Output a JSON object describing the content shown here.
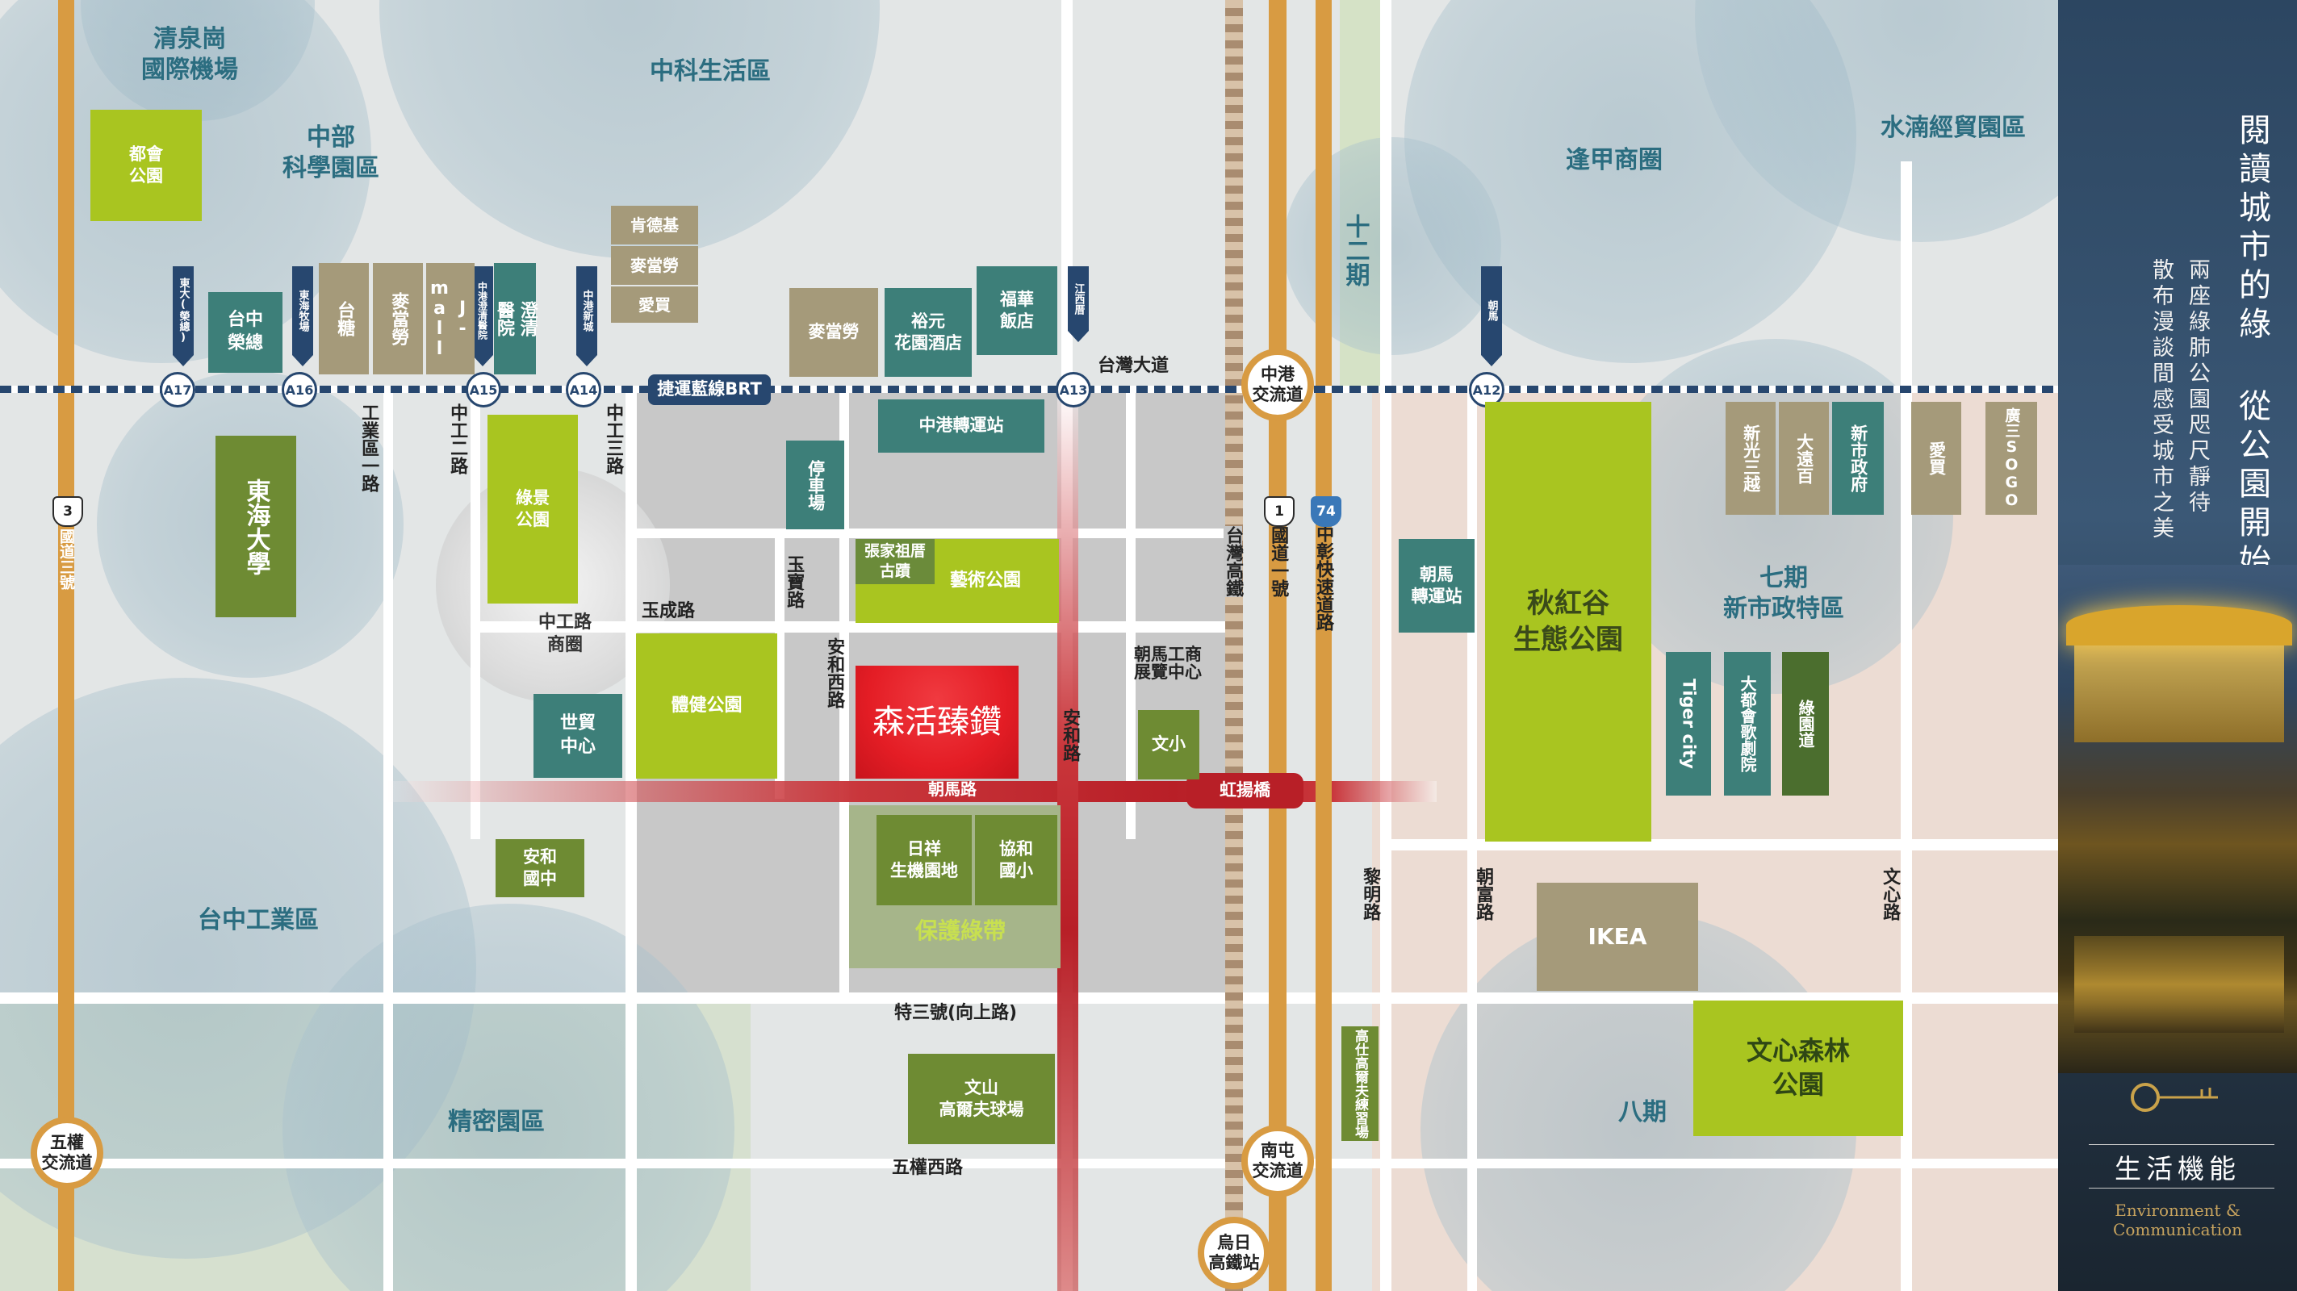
{
  "regions": {
    "qingquangang": "清泉崗\n國際機場",
    "zhongke": "中科生活區",
    "zhongbu": "中部\n科學園區",
    "fengjia": "逢甲商圈",
    "shuinan": "水湳經貿園區",
    "taizhong_industrial": "台中工業區",
    "jingmi": "精密園區",
    "qiqi": "七期\n新市政特區",
    "baqi": "八期",
    "shier": "十二期",
    "zhonggong_shangquan": "中工路\n商圈"
  },
  "brt": {
    "label": "捷運藍線BRT",
    "stations": [
      "A17",
      "A16",
      "A15",
      "A14",
      "A13",
      "A12"
    ]
  },
  "brt_flags": [
    "東大(榮總)",
    "東海牧場",
    "中港澄清醫院",
    "中港新城",
    "江西厝",
    "朝馬"
  ],
  "roads": {
    "taiwan_blvd": "台灣大道",
    "gongyequ1": "工業區一路",
    "zhonggong2": "中工二路",
    "zhonggong3": "中工三路",
    "yucheng": "玉成路",
    "yubao": "玉寶路",
    "anhexi": "安和西路",
    "anhe": "安和路",
    "chaoma": "朝馬路",
    "hongyang": "虹揚橋",
    "tesan": "特三號(向上路)",
    "wuquanxi": "五權西路",
    "taiwan_rail": "台灣高鐵",
    "guodao1": "國道一號",
    "zhongzhang": "中彰快速道路",
    "guodao3": "國道三號",
    "liming": "黎明路",
    "chaofu": "朝富路",
    "wenxin": "文心路"
  },
  "shields": {
    "g3": "3",
    "g1": "1",
    "h74": "74"
  },
  "interchanges": {
    "zhonggang": "中港\n交流道",
    "wuquan": "五權\n交流道",
    "nantun": "南屯\n交流道",
    "wuri": "烏日\n高鐵站"
  },
  "blocks": {
    "duhui_park": "都會\n公園",
    "taizhong_veterans": "台中\n榮總",
    "tang_sugar": "台糖",
    "mcd1": "麥當勞",
    "jmall": "J-mall",
    "chengqing": "澄清\n醫院",
    "kfc": "肯德基",
    "mcd2": "麥當勞",
    "aimai1": "愛買",
    "mcd3": "麥當勞",
    "yuyuan": "裕元\n花園酒店",
    "fuhua": "福華\n飯店",
    "zhonggang_transfer": "中港轉運站",
    "tunghai": "東海大學",
    "lvjing": "綠景\n公園",
    "parking": "停車場",
    "zhang_family": "張家祖厝\n古蹟",
    "art_park": "藝術公園",
    "fitness_park": "體健公園",
    "world_trade": "世貿\n中心",
    "project": "森活臻鑽",
    "chaoma_expo": "朝馬工商\n展覽中心",
    "wenxiao": "文小",
    "anhe_junior": "安和\n國中",
    "rixiang": "日祥\n生機園地",
    "xiehe": "協和\n國小",
    "green_belt": "保護綠帶",
    "wenshan_golf": "文山\n高爾夫球場",
    "gaoshi_golf": "高仕高爾夫練習場",
    "chaoma_transfer": "朝馬\n轉運站",
    "qiuhonggu": "秋紅谷\n生態公園",
    "shin_kong": "新光三越",
    "far_east": "大遠百",
    "city_hall": "新市政府",
    "aimai2": "愛買",
    "sogo": "廣三SOGO",
    "tiger_city": "Tiger city",
    "opera": "大都會歌劇院",
    "green_way": "綠園道",
    "ikea": "IKEA",
    "wenxin_forest": "文心森林\n公園"
  },
  "panel": {
    "title": "閱讀城市的綠 從公園開始",
    "subtitle1": "兩座綠肺公園咫尺靜待",
    "subtitle2": "散布漫談間感受城市之美",
    "section": "生活機能",
    "section_en": "Environment &\nCommunication"
  },
  "colors": {
    "accent_red": "#e8222a",
    "park_lime": "#a9c520",
    "teal": "#3d7f79",
    "navy": "#27476f",
    "highway": "#d89b42"
  }
}
